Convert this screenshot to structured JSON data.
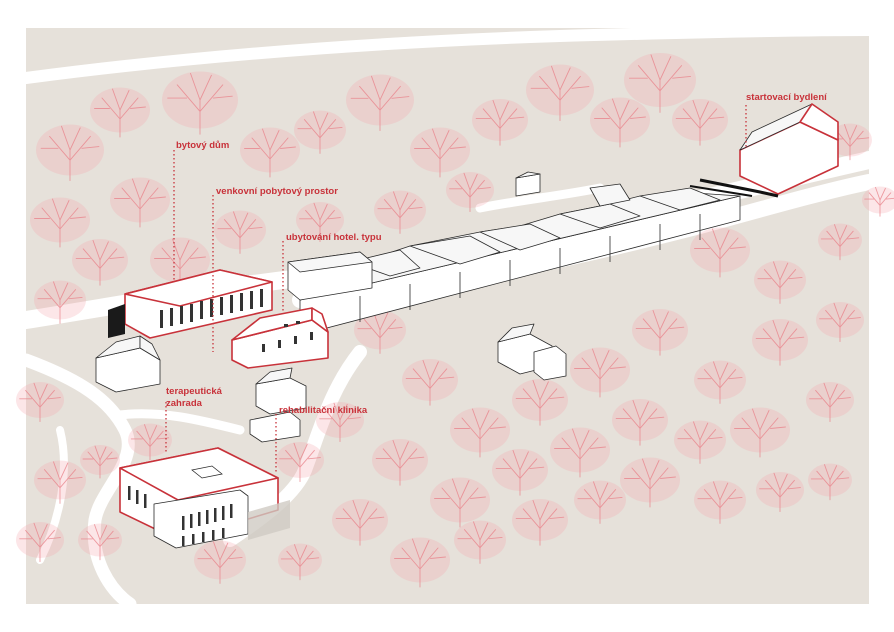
{
  "labels": {
    "startovaci": "startovací bydlení",
    "bytovy": "bytový dům",
    "venkovni": "venkovní pobytový prostor",
    "ubytovani": "ubytování hotel. typu",
    "terapeuticka_1": "terapeutická",
    "terapeuticka_2": "zahrada",
    "rehabilitacni": "rehabilitační klinika"
  },
  "colors": {
    "ground": "#e6e1da",
    "road": "#ffffff",
    "accent": "#c8323a",
    "tree": "#e88088"
  }
}
